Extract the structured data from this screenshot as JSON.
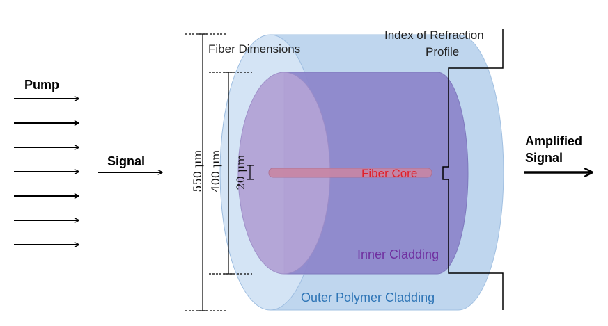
{
  "labels": {
    "pump": "Pump",
    "signal": "Signal",
    "amplified_line1": "Amplified",
    "amplified_line2": "Signal",
    "fiber_dimensions": "Fiber Dimensions",
    "index_line1": "Index of Refraction",
    "index_line2": "Profile",
    "fiber_core": "Fiber Core",
    "inner_cladding": "Inner Cladding",
    "outer_cladding": "Outer Polymer Cladding"
  },
  "dimensions": {
    "outer_diameter": "550 μm",
    "inner_diameter": "400 μm",
    "core_diameter": "20 μm"
  },
  "pump_arrow_count": 7,
  "colors": {
    "outer_cladding": "#bcd4ee",
    "inner_cladding": "#8e7fc9",
    "core": "#c986a4",
    "text_blue": "#2e75b6",
    "text_purple": "#7030a0",
    "text_red": "#e0202a"
  }
}
